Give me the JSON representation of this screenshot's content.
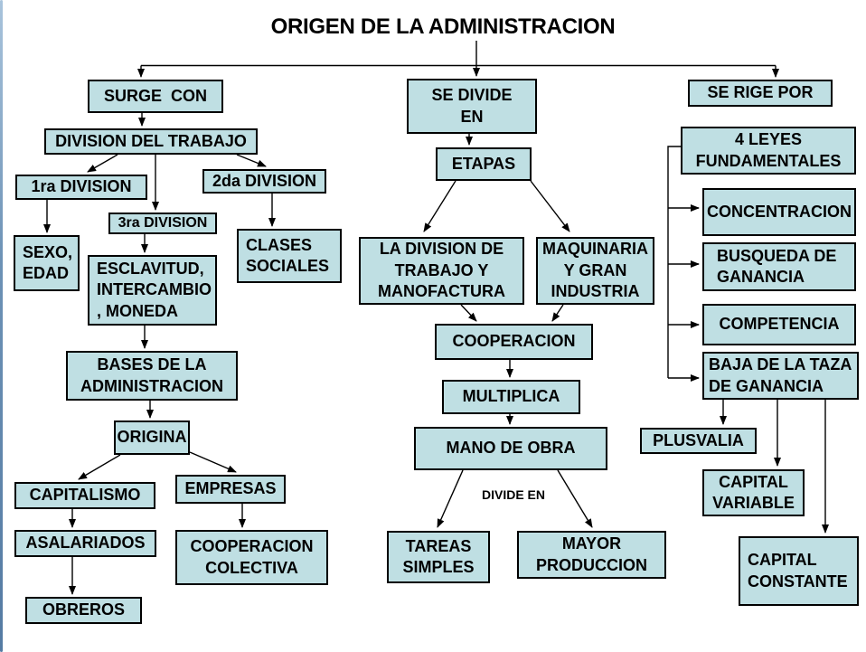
{
  "title": "ORIGEN DE LA ADMINISTRACION",
  "colors": {
    "box_fill": "#bfdfe3",
    "box_border": "#000000",
    "text": "#000000",
    "frame_line": "#6d92b6",
    "background": "#ffffff"
  },
  "map": {
    "edge_label": "DIVIDE EN",
    "nodes": {
      "surge_con": "SURGE  CON",
      "division_del_trabajo": "DIVISION DEL TRABAJO",
      "primera_division": "1ra DIVISION",
      "segunda_division": "2da DIVISION",
      "tercera_division": "3ra DIVISION",
      "sexo_edad": "SEXO,\nEDAD",
      "esclavitud": "ESCLAVITUD,\nINTERCAMBIO\n, MONEDA",
      "clases_sociales": "CLASES\nSOCIALES",
      "bases_administracion": "BASES DE LA\nADMINISTRACION",
      "origina": "ORIGINA",
      "capitalismo": "CAPITALISMO",
      "empresas": "EMPRESAS",
      "asalariados": "ASALARIADOS",
      "cooperacion_colectiva": "COOPERACION\nCOLECTIVA",
      "obreros": "OBREROS",
      "se_divide_en": "SE DIVIDE\nEN",
      "etapas": "ETAPAS",
      "division_trabajo_manofactura": "LA DIVISION DE\nTRABAJO Y\nMANOFACTURA",
      "maquinaria_gran_industria": "MAQUINARIA\nY GRAN\nINDUSTRIA",
      "cooperacion": "COOPERACION",
      "multiplica": "MULTIPLICA",
      "mano_de_obra": "MANO DE OBRA",
      "tareas_simples": "TAREAS\nSIMPLES",
      "mayor_produccion": "MAYOR\nPRODUCCION",
      "se_rige_por": "SE RIGE POR",
      "cuatro_leyes": "4 LEYES\nFUNDAMENTALES",
      "concentracion": "CONCENTRACION",
      "busqueda_ganancia": "BUSQUEDA DE\nGANANCIA",
      "competencia": "COMPETENCIA",
      "baja_taza_ganancia": "BAJA DE LA TAZA\nDE GANANCIA",
      "plusvalia": "PLUSVALIA",
      "capital_variable": "CAPITAL\nVARIABLE",
      "capital_constante": "CAPITAL\nCONSTANTE"
    }
  }
}
